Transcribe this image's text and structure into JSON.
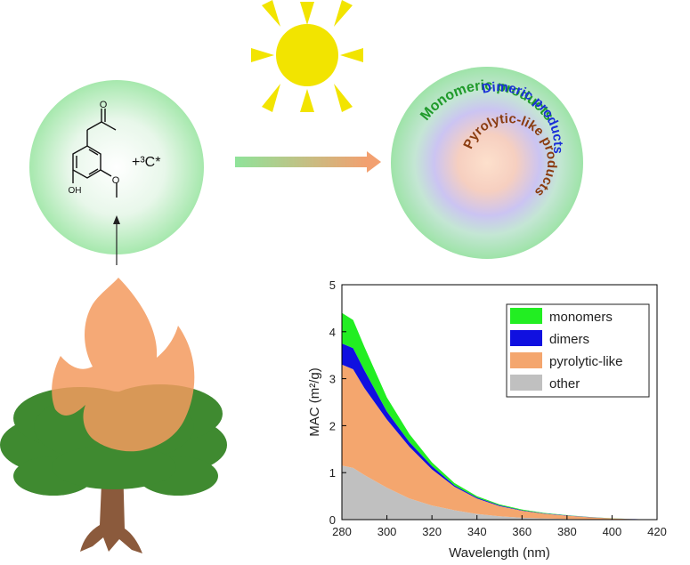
{
  "scheme": {
    "oxidant_label": "+³C*",
    "precursor_atoms": {
      "carbonyl_o": "O",
      "hydroxyl": "OH",
      "methoxy_o": "O"
    },
    "product_rings": [
      {
        "label": "Monomeric products",
        "color": "#1f9a2a"
      },
      {
        "label": "Dimeric products",
        "color": "#1a2fd8"
      },
      {
        "label": "Pyrolytic-like products",
        "color": "#8a3c10"
      }
    ],
    "colors": {
      "sun": "#f2e400",
      "flame": "#f4a06a",
      "foliage": "#3f8a30",
      "trunk": "#8b5a3c",
      "reactant_circle": "#d8f2dc",
      "arrow_start": "#8fe39a",
      "arrow_end": "#f2a070"
    }
  },
  "chart_data": {
    "type": "area",
    "stacked": true,
    "xlabel": "Wavelength (nm)",
    "ylabel": "MAC (m²/g)",
    "xlim": [
      280,
      420
    ],
    "ylim": [
      0,
      5
    ],
    "xticks": [
      "280",
      "300",
      "320",
      "340",
      "360",
      "380",
      "400",
      "420"
    ],
    "yticks": [
      "0",
      "1",
      "2",
      "3",
      "4",
      "5"
    ],
    "legend_position": "top-right",
    "x": [
      280,
      285,
      290,
      300,
      310,
      320,
      330,
      340,
      350,
      360,
      370,
      380,
      390,
      400,
      410,
      420
    ],
    "series": [
      {
        "name": "other",
        "color": "#c0c0c0",
        "values": [
          1.15,
          1.1,
          0.95,
          0.68,
          0.45,
          0.3,
          0.2,
          0.12,
          0.07,
          0.04,
          0.025,
          0.015,
          0.01,
          0.005,
          0.002,
          0.0
        ]
      },
      {
        "name": "pyrolytic-like",
        "color": "#f4a66e",
        "values": [
          2.15,
          2.1,
          1.85,
          1.45,
          1.1,
          0.77,
          0.5,
          0.33,
          0.22,
          0.15,
          0.1,
          0.07,
          0.04,
          0.02,
          0.008,
          0.0
        ]
      },
      {
        "name": "dimers",
        "color": "#1010e0",
        "values": [
          0.45,
          0.45,
          0.38,
          0.17,
          0.1,
          0.07,
          0.03,
          0.02,
          0.015,
          0.01,
          0.008,
          0.005,
          0.004,
          0.002,
          0.001,
          0.0
        ]
      },
      {
        "name": "monomers",
        "color": "#22ee22",
        "values": [
          0.65,
          0.6,
          0.5,
          0.3,
          0.17,
          0.08,
          0.05,
          0.03,
          0.02,
          0.015,
          0.01,
          0.005,
          0.003,
          0.002,
          0.001,
          0.0
        ]
      }
    ],
    "legend_order": [
      "monomers",
      "dimers",
      "pyrolytic-like",
      "other"
    ]
  }
}
